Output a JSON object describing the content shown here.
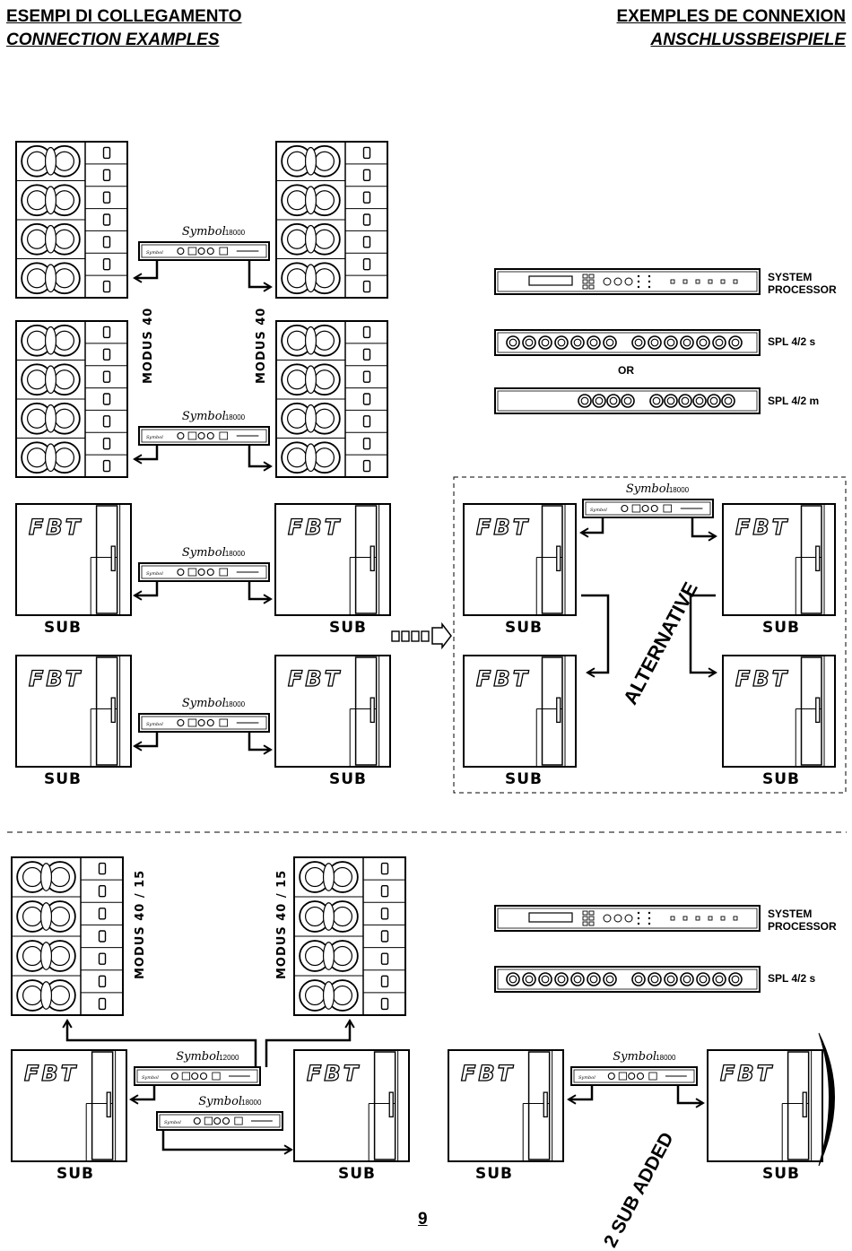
{
  "header": {
    "left_line1": "ESEMPI DI COLLEGAMENTO",
    "left_line2": "CONNECTION EXAMPLES",
    "right_line1": "EXEMPLES DE CONNEXION",
    "right_line2": "ANSCHLUSSBEISPIELE"
  },
  "devices": {
    "system_processor": "SYSTEM\nPROCESSOR",
    "spl_s": "SPL 4/2 s",
    "or": "OR",
    "spl_m": "SPL 4/2 m"
  },
  "labels": {
    "modus40": "MODUS 40",
    "modus40_15": "MODUS 40 / 15",
    "sub": "SUB",
    "alternative": "ALTERNATIVE",
    "two_sub_added": "2 SUB ADDED",
    "fbt": "FBT",
    "amp_symbol": "Symbol",
    "amp_18000": "18000",
    "amp_12000": "12000"
  },
  "page_number": "9"
}
